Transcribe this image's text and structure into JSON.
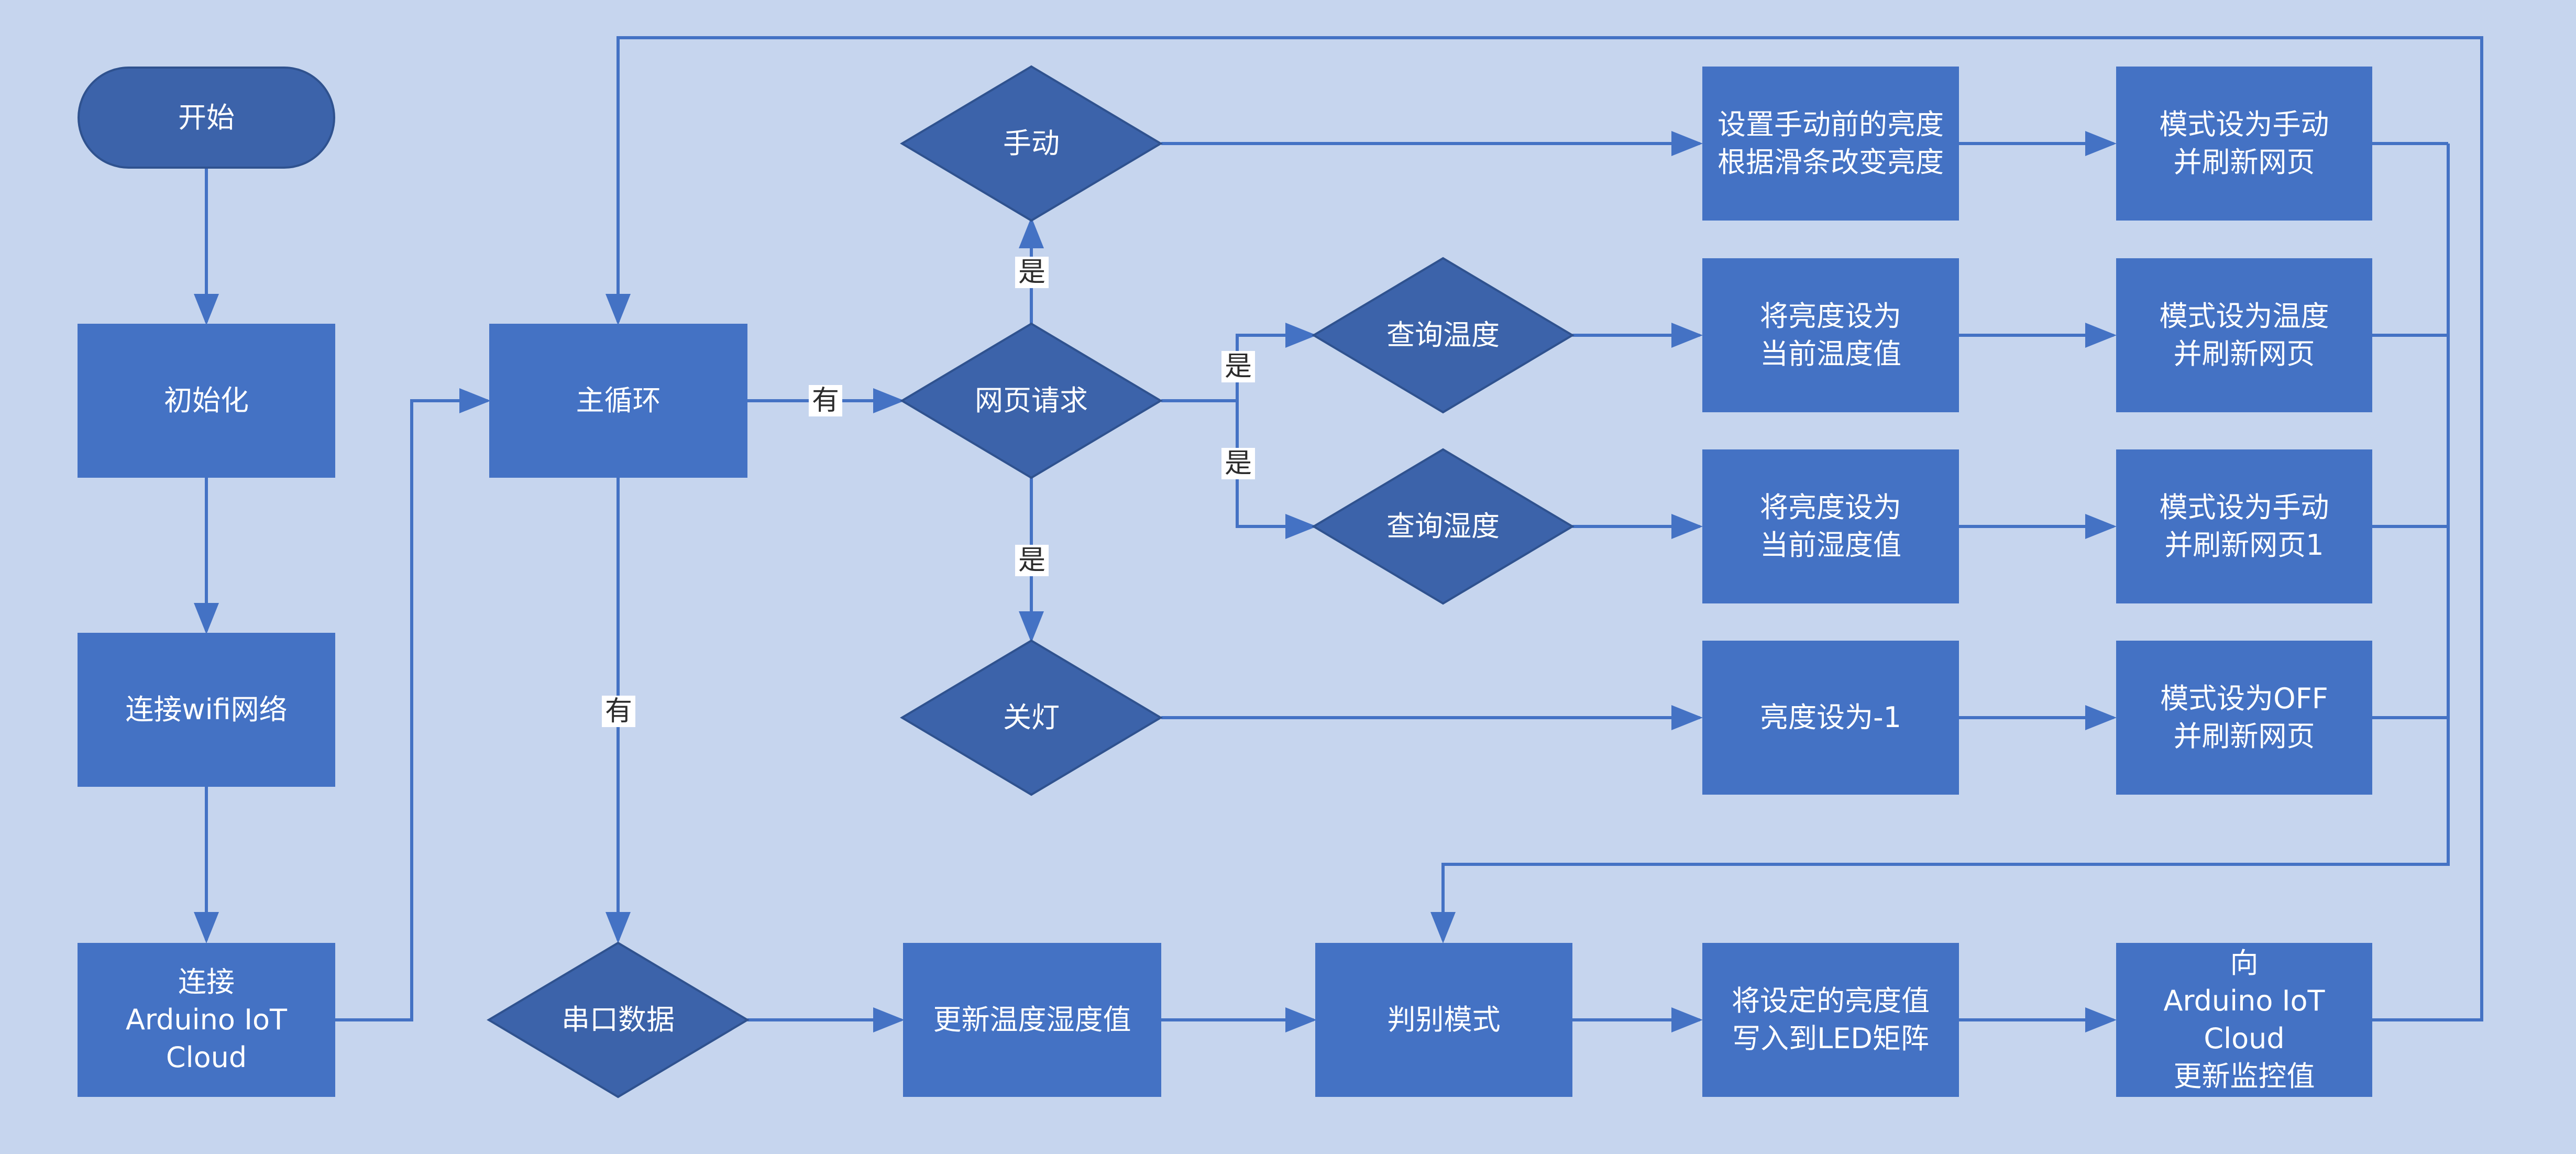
{
  "colors": {
    "background": "#c6d5ee",
    "box_fill": "#4472c4",
    "decision_fill": "#3c63aa",
    "decision_stroke": "#2f528f",
    "line": "#4472c4",
    "text": "#ffffff"
  },
  "nodes": {
    "start": "开始",
    "init": "初始化",
    "connect_wifi": "连接wifi网络",
    "connect_cloud": "连接\nArduino IoT Cloud",
    "main_loop": "主循环",
    "web_request": "网页请求",
    "manual": "手动",
    "query_temp": "查询温度",
    "query_humidity": "查询湿度",
    "lights_off": "关灯",
    "serial_data": "串口数据",
    "update_values": "更新温度湿度值",
    "judge_mode": "判别模式",
    "set_manual_brightness": "设置手动前的亮度\n根据滑条改变亮度",
    "set_temp_brightness": "将亮度设为\n当前温度值",
    "set_humidity_brightness": "将亮度设为\n当前湿度值",
    "brightness_minus1": "亮度设为-1",
    "write_led": "将设定的亮度值\n写入到LED矩阵",
    "mode_manual": "模式设为手动\n并刷新网页",
    "mode_temp": "模式设为温度\n并刷新网页",
    "mode_manual1": "模式设为手动\n并刷新网页1",
    "mode_off": "模式设为OFF\n并刷新网页",
    "update_cloud": "向\nArduino IoT Cloud\n更新监控值"
  },
  "edge_labels": {
    "has_request": "有",
    "yes_up": "是",
    "yes_temp": "是",
    "yes_humidity": "是",
    "yes_down": "是",
    "has_serial": "有"
  }
}
